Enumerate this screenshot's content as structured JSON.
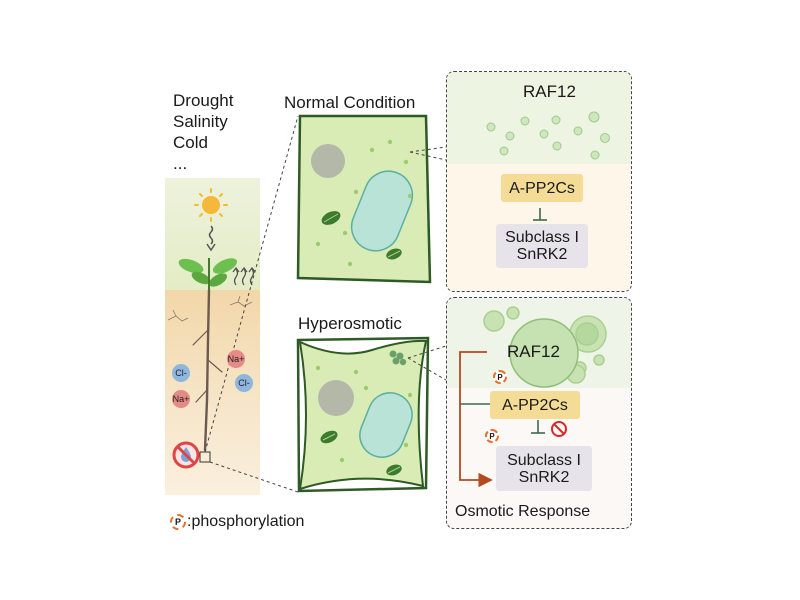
{
  "stressors": [
    "Drought",
    "Salinity",
    "Cold",
    "..."
  ],
  "conditions": {
    "normal": "Normal Condition",
    "hyperosmotic": "Hyperosmotic"
  },
  "normal_panel": {
    "raf": "RAF12",
    "pp2c": "A-PP2Cs",
    "snrk_line1": "Subclass I",
    "snrk_line2": "SnRK2"
  },
  "hyper_panel": {
    "raf": "RAF12",
    "pp2c": "A-PP2Cs",
    "snrk_line1": "Subclass I",
    "snrk_line2": "SnRK2",
    "response": "Osmotic Response"
  },
  "ions": {
    "na": "Na+",
    "cl": "Cl-"
  },
  "legend": {
    "symbol": "P",
    "label": ":phosphorylation"
  },
  "colors": {
    "cell_fill": "#d9ecb5",
    "cell_border": "#2e5a25",
    "raf_green": "#b8dca2",
    "pp2c_box": "#f4dc96",
    "snrk_box": "#e7e3ea",
    "phospho_orange": "#e8702a",
    "inhibit_red": "#d62a2a"
  }
}
